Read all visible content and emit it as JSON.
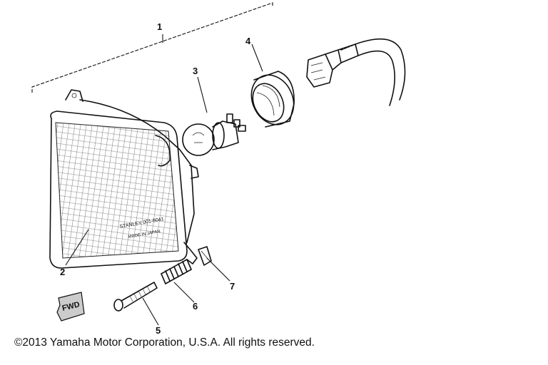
{
  "callouts": [
    {
      "id": "1",
      "label": "1"
    },
    {
      "id": "2",
      "label": "2"
    },
    {
      "id": "3",
      "label": "3"
    },
    {
      "id": "4",
      "label": "4"
    },
    {
      "id": "5",
      "label": "5"
    },
    {
      "id": "6",
      "label": "6"
    },
    {
      "id": "7",
      "label": "7"
    }
  ],
  "lens_text": [
    "STANLEY 001-8041",
    "MADE IN JAPAN"
  ],
  "fwd_label": "FWD",
  "copyright": "©2013 Yamaha Motor Corporation, U.S.A. All rights reserved."
}
